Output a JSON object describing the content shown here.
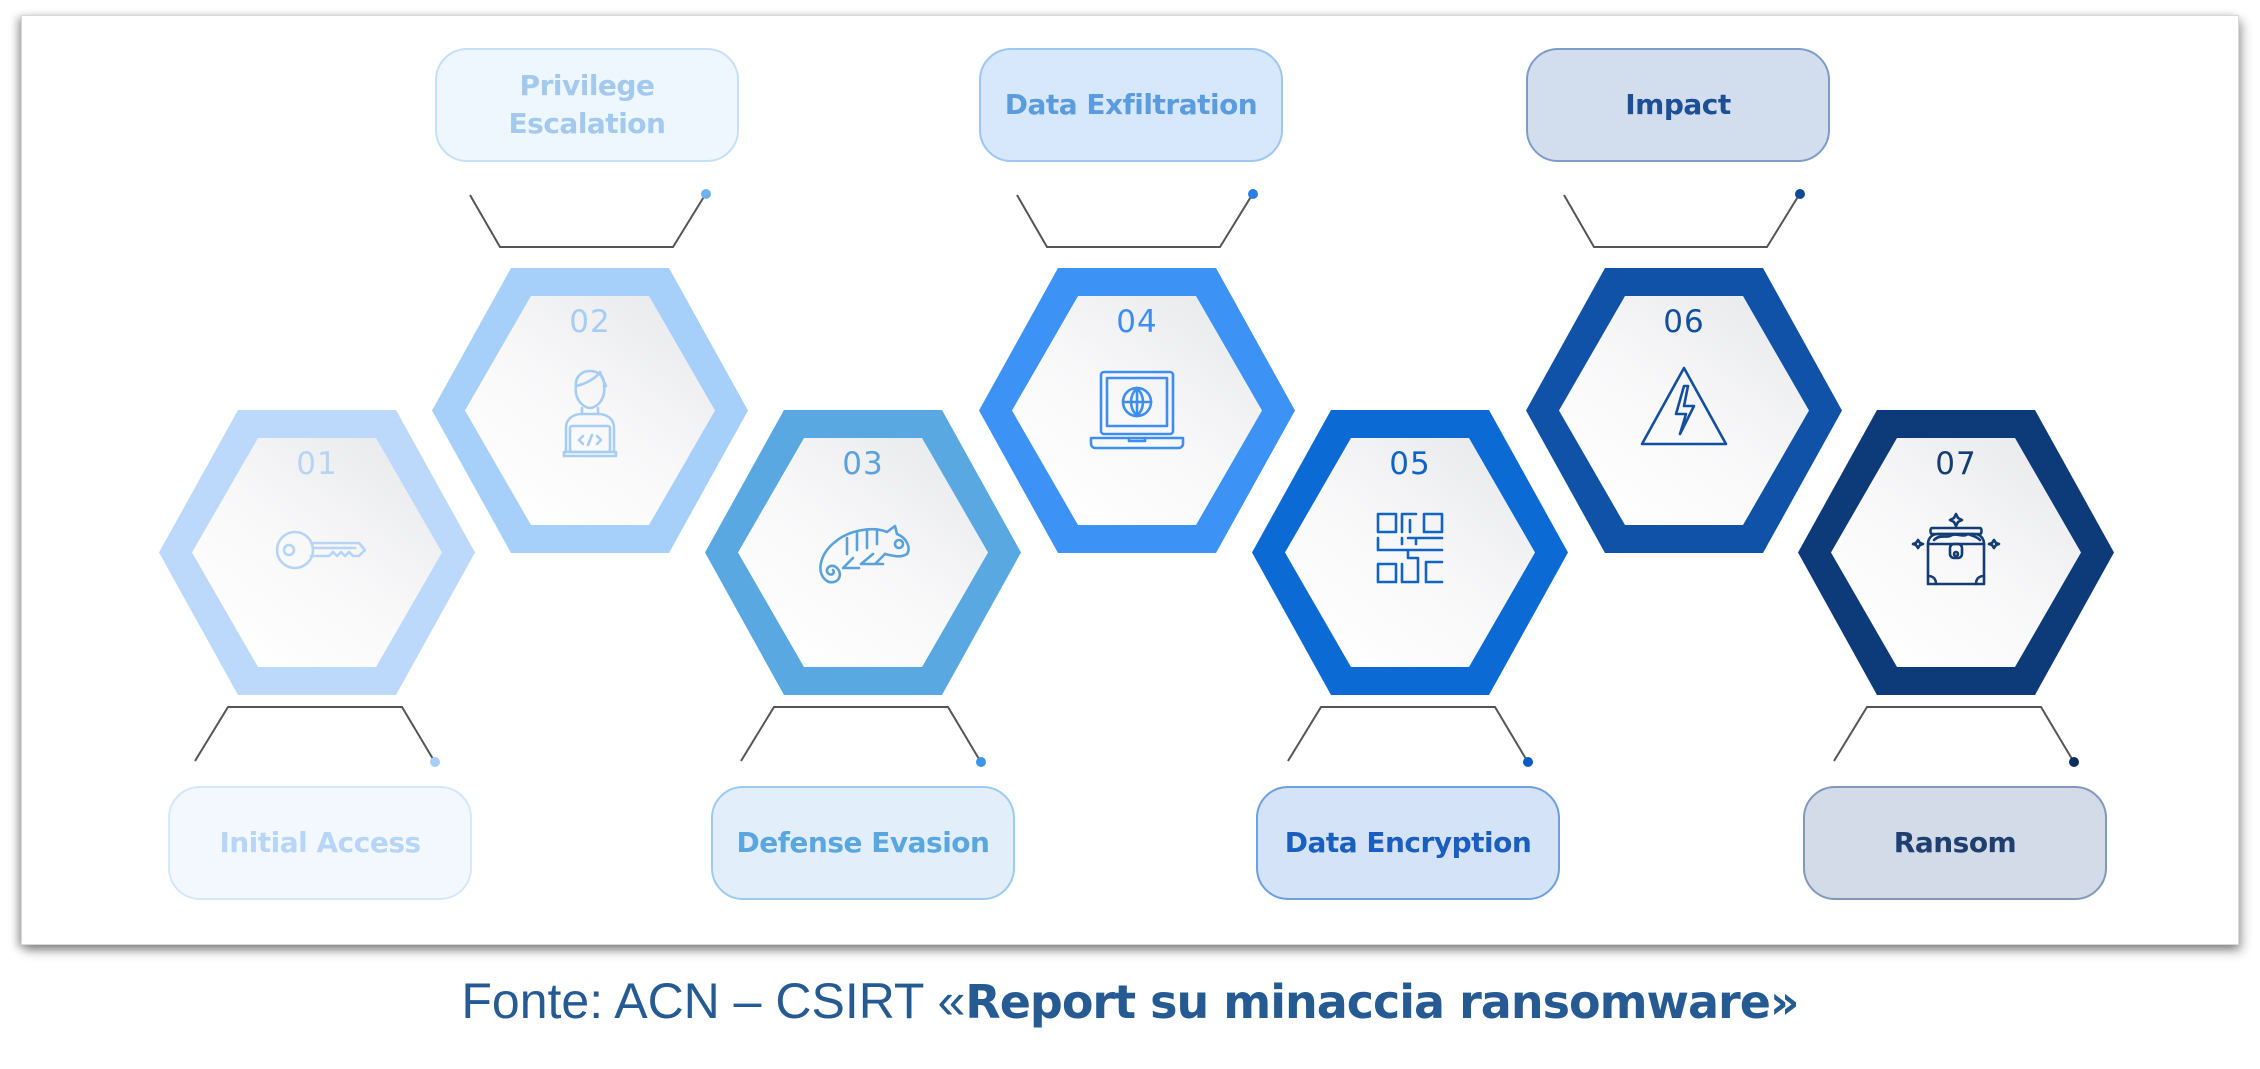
{
  "diagram": {
    "steps": [
      {
        "number": "01",
        "label": "Initial Access",
        "icon": "key-icon",
        "hex_color": "#bcd9fb",
        "num_color": "#b5d4f6",
        "box_bg": "#f3f8fe",
        "box_border": "#d6e7fb",
        "text_color": "#b7d5f7",
        "dot_color": "#a7cdf8",
        "position": "bottom"
      },
      {
        "number": "02",
        "label": "Privilege Escalation",
        "label_lines": [
          "Privilege",
          "Escalation"
        ],
        "icon": "hacker-laptop-icon",
        "hex_color": "#a6d0fa",
        "num_color": "#a6cdf4",
        "box_bg": "#eef6fe",
        "box_border": "#c6e0fa",
        "text_color": "#a3c9ef",
        "dot_color": "#6db3f2",
        "position": "top"
      },
      {
        "number": "03",
        "label": "Defense Evasion",
        "icon": "chameleon-icon",
        "hex_color": "#5aa8e2",
        "num_color": "#5aa2dc",
        "box_bg": "#e2effb",
        "box_border": "#9ccbef",
        "text_color": "#5aa6df",
        "dot_color": "#3f94e8",
        "position": "bottom"
      },
      {
        "number": "04",
        "label": "Data Exfiltration",
        "icon": "laptop-globe-icon",
        "hex_color": "#3d92f5",
        "num_color": "#3d8ef0",
        "box_bg": "#d8e8fc",
        "box_border": "#9cc6f3",
        "text_color": "#5b9cdf",
        "dot_color": "#2b7fe0",
        "position": "top"
      },
      {
        "number": "05",
        "label": "Data Encryption",
        "icon": "qr-code-icon",
        "hex_color": "#0b6ad4",
        "num_color": "#0f64c6",
        "box_bg": "#d4e3f8",
        "box_border": "#6f9fde",
        "text_color": "#1a5fc0",
        "dot_color": "#0a5cc2",
        "position": "bottom"
      },
      {
        "number": "06",
        "label": "Impact",
        "icon": "high-voltage-icon",
        "hex_color": "#0f52a8",
        "num_color": "#12509f",
        "box_bg": "#d2deee",
        "box_border": "#7d9cc9",
        "text_color": "#1e4f94",
        "dot_color": "#0f4a9a",
        "position": "top"
      },
      {
        "number": "07",
        "label": "Ransom",
        "icon": "treasure-chest-icon",
        "hex_color": "#0d3b7a",
        "num_color": "#143d74",
        "box_bg": "#d2dbe7",
        "box_border": "#8198bb",
        "text_color": "#1e3f70",
        "dot_color": "#0d2f60",
        "position": "bottom"
      }
    ]
  },
  "caption": {
    "prefix": "Fonte: ACN – CSIRT «",
    "title": "Report su minaccia ransomware»"
  }
}
